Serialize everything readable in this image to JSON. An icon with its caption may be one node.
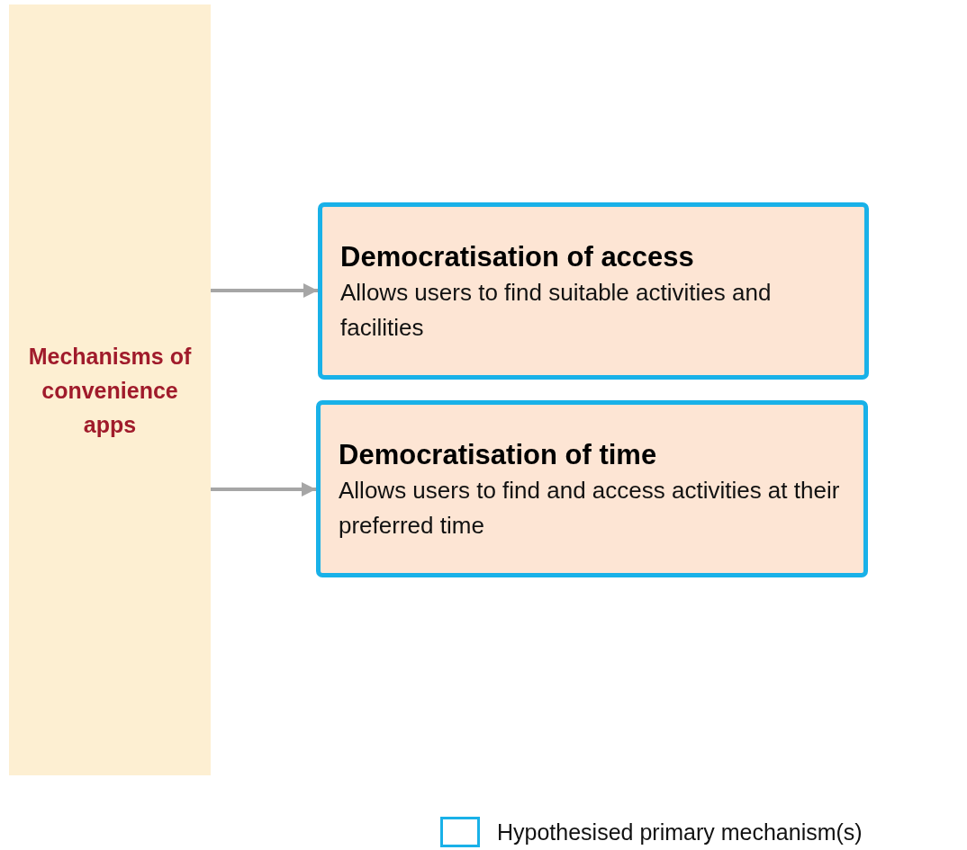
{
  "diagram": {
    "nodes": [
      {
        "text": [
          "Mechanisms of convenience apps"
        ]
      },
      {
        "text": [
          "Democratisation of access",
          "Allows users to find suitable activities and facilities"
        ]
      },
      {
        "text": [
          "Democratisation of time",
          "Allows users to find and access activities at their preferred time"
        ]
      }
    ],
    "edges": [
      {
        "from": 0,
        "to": 1,
        "arrow": "to"
      },
      {
        "from": 0,
        "to": 2,
        "arrow": "to"
      }
    ],
    "legend": [
      {
        "text": "Hypothesised primary mechanism(s)"
      }
    ]
  }
}
